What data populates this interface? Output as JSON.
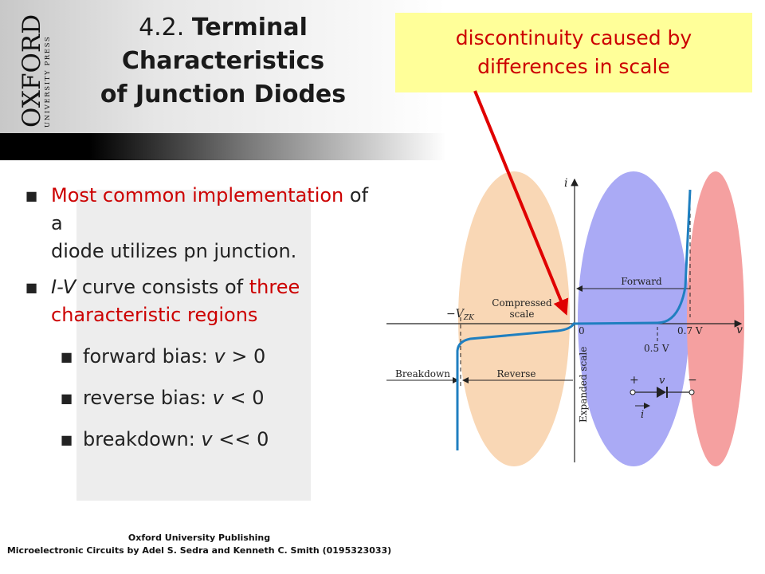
{
  "header": {
    "logo_word": "OXFORD",
    "logo_sub": "UNIVERSITY PRESS",
    "title_number": "4.2.",
    "title_line1": "Terminal",
    "title_line2": "Characteristics",
    "title_line3": "of Junction Diodes"
  },
  "callout": {
    "line1": "discontinuity caused by",
    "line2": "differences in scale"
  },
  "bullets": {
    "b1_red": "Most common implementation",
    "b1_rest1": " of a",
    "b1_rest2": "diode utilizes pn junction.",
    "b2_italic": "I-V",
    "b2_mid": " curve consists of ",
    "b2_red1": "three",
    "b2_red2": "characteristic regions",
    "sub1_a": "forward bias: ",
    "sub1_v": "v",
    "sub1_b": " > 0",
    "sub2_a": "reverse bias: ",
    "sub2_v": "v",
    "sub2_b": " < 0",
    "sub3_a": "breakdown: ",
    "sub3_v": "v",
    "sub3_b": " << 0"
  },
  "diagram": {
    "i_label": "i",
    "v_label": "v",
    "vzk_label": "−V",
    "vzk_sub": "ZK",
    "compressed_line1": "Compressed",
    "compressed_line2": "scale",
    "forward_label": "Forward",
    "zero_label": "0",
    "v07_label": "0.7 V",
    "v05_label": "0.5 V",
    "breakdown_label": "Breakdown",
    "reverse_label": "Reverse",
    "expanded_label": "Expanded scale",
    "plus_label": "+",
    "minus_label": "−",
    "diode_v_label": "v",
    "diode_i_label": "i",
    "colors": {
      "reverse_region": "#f9d7b5",
      "forward_region": "#aaaaf5",
      "breakdown_region": "#f5a0a0",
      "curve": "#1f7fc0",
      "arrow": "#e00000"
    }
  },
  "footer": {
    "line1": "Oxford University Publishing",
    "line2": "Microelectronic Circuits by Adel S. Sedra and Kenneth C. Smith (0195323033)"
  }
}
